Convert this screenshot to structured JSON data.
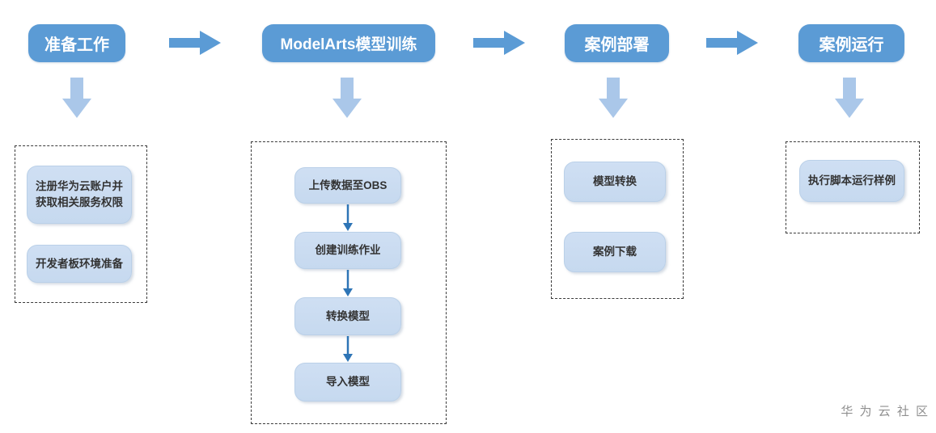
{
  "colors": {
    "stage_fill": "#5b9bd5",
    "stage_text": "#ffffff",
    "flow_arrow": "#5b9bd5",
    "down_arrow": "#aac7e9",
    "step_fill": "#c8daf0",
    "step_text": "#333333",
    "connector_arrow": "#2e75b6",
    "dashed_border": "#3a3a3a",
    "footer_text": "#8f8f8f"
  },
  "stages": [
    {
      "label": "准备工作",
      "steps": [
        "注册华为云账户并获取相关服务权限",
        "开发者板环境准备"
      ]
    },
    {
      "label": "ModelArts模型训练",
      "steps": [
        "上传数据至OBS",
        "创建训练作业",
        "转换模型",
        "导入模型"
      ]
    },
    {
      "label": "案例部署",
      "steps": [
        "模型转换",
        "案例下载"
      ]
    },
    {
      "label": "案例运行",
      "steps": [
        "执行脚本运行样例"
      ]
    }
  ],
  "footer": {
    "text": "华 为 云 社 区"
  }
}
